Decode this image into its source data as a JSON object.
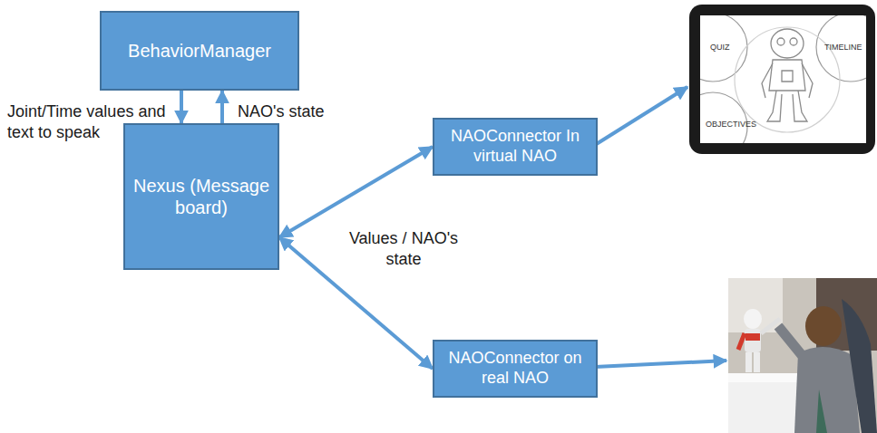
{
  "diagram": {
    "nodes": [
      {
        "text": [
          "BehaviorManager"
        ]
      },
      {
        "text": [
          "Nexus (Message board)"
        ]
      },
      {
        "text": [
          "NAOConnector In virtual NAO"
        ]
      },
      {
        "text": [
          "NAOConnector on real NAO"
        ]
      }
    ],
    "edges": [
      {
        "from": 0,
        "to": 1,
        "arrow": "to",
        "label": "Joint/Time values and text to speak"
      },
      {
        "from": 1,
        "to": 0,
        "arrow": "to",
        "label": "NAO's state"
      },
      {
        "from": 1,
        "to": 2,
        "arrow": "both"
      },
      {
        "from": 1,
        "to": 3,
        "arrow": "both"
      }
    ],
    "labels": [
      "Values / NAO's state",
      "QUIZ",
      "TIMELINE",
      "OBJECTIVES"
    ]
  }
}
